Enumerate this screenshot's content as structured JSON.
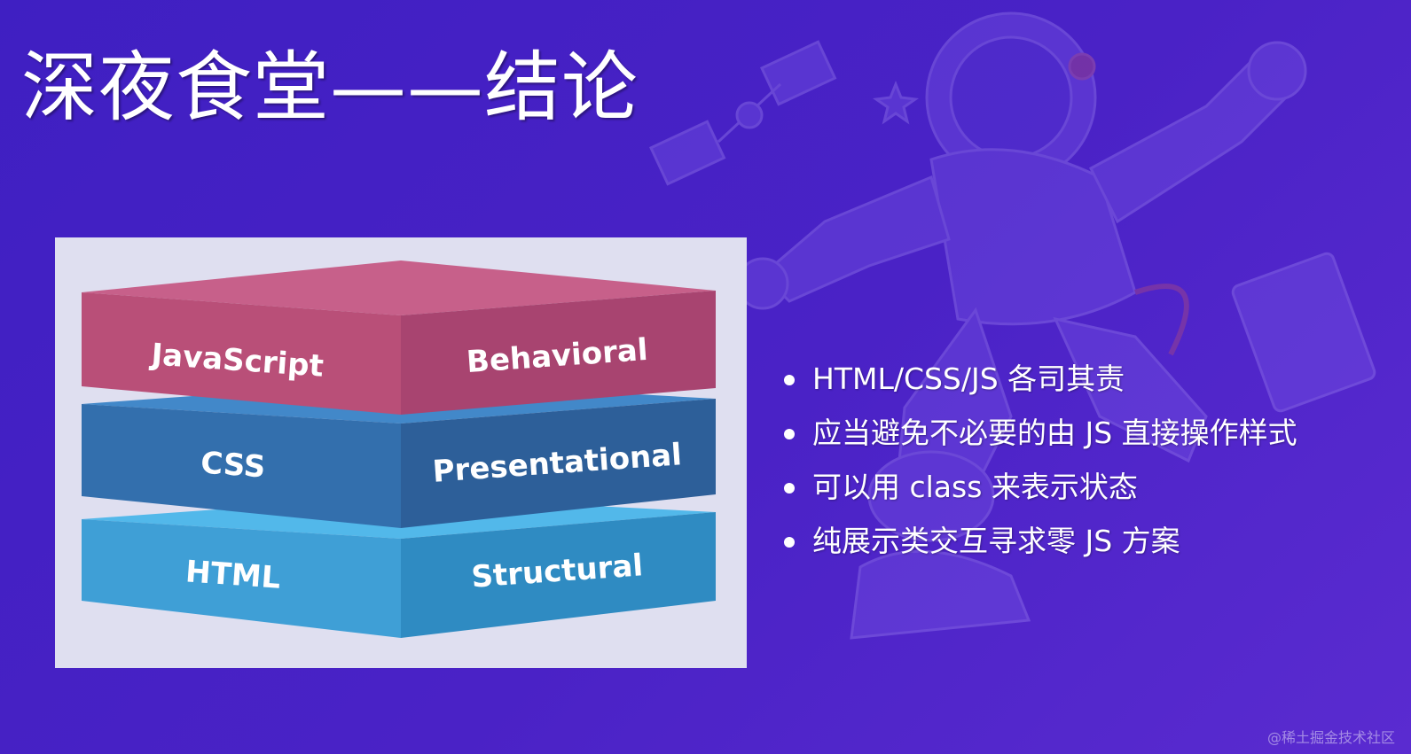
{
  "slide": {
    "title": "深夜食堂——结论"
  },
  "diagram": {
    "layers": [
      {
        "left_label": "JavaScript",
        "right_label": "Behavioral",
        "color_left": "#b94f78",
        "color_right": "#a84470",
        "color_top": "#c7608a"
      },
      {
        "left_label": "CSS",
        "right_label": "Presentational",
        "color_left": "#336fad",
        "color_right": "#2d5f99",
        "color_top": "#4288c9"
      },
      {
        "left_label": "HTML",
        "right_label": "Structural",
        "color_left": "#3f9fd6",
        "color_right": "#2f8bc2",
        "color_top": "#52b8ea"
      }
    ]
  },
  "bullets": [
    "HTML/CSS/JS 各司其责",
    "应当避免不必要的由 JS 直接操作样式",
    "可以用 class 来表示状态",
    "纯展示类交互寻求零 JS 方案"
  ],
  "watermark": "@稀土掘金技术社区",
  "colors": {
    "background": "#4420c4",
    "text": "#ffffff",
    "card": "#dfdff0"
  },
  "decoration": {
    "icon": "astronaut-icon"
  }
}
